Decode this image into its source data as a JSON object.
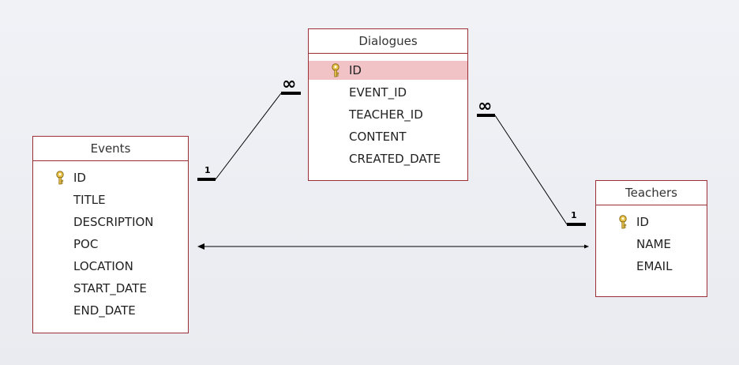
{
  "tables": {
    "dialogues": {
      "title": "Dialogues",
      "fields": [
        "ID",
        "EVENT_ID",
        "TEACHER_ID",
        "CONTENT",
        "CREATED_DATE"
      ]
    },
    "events": {
      "title": "Events",
      "fields": [
        "ID",
        "TITLE",
        "DESCRIPTION",
        "POC",
        "LOCATION",
        "START_DATE",
        "END_DATE"
      ]
    },
    "teachers": {
      "title": "Teachers",
      "fields": [
        "ID",
        "NAME",
        "EMAIL"
      ]
    }
  },
  "relationships": {
    "events_dialogues": {
      "from_label": "1",
      "to_label": "∞"
    },
    "teachers_dialogues": {
      "from_label": "1",
      "to_label": "∞"
    }
  },
  "colors": {
    "table_border": "#9c2f35",
    "selected_row": "#f2c3c6",
    "key_icon": "#d8b23a"
  }
}
